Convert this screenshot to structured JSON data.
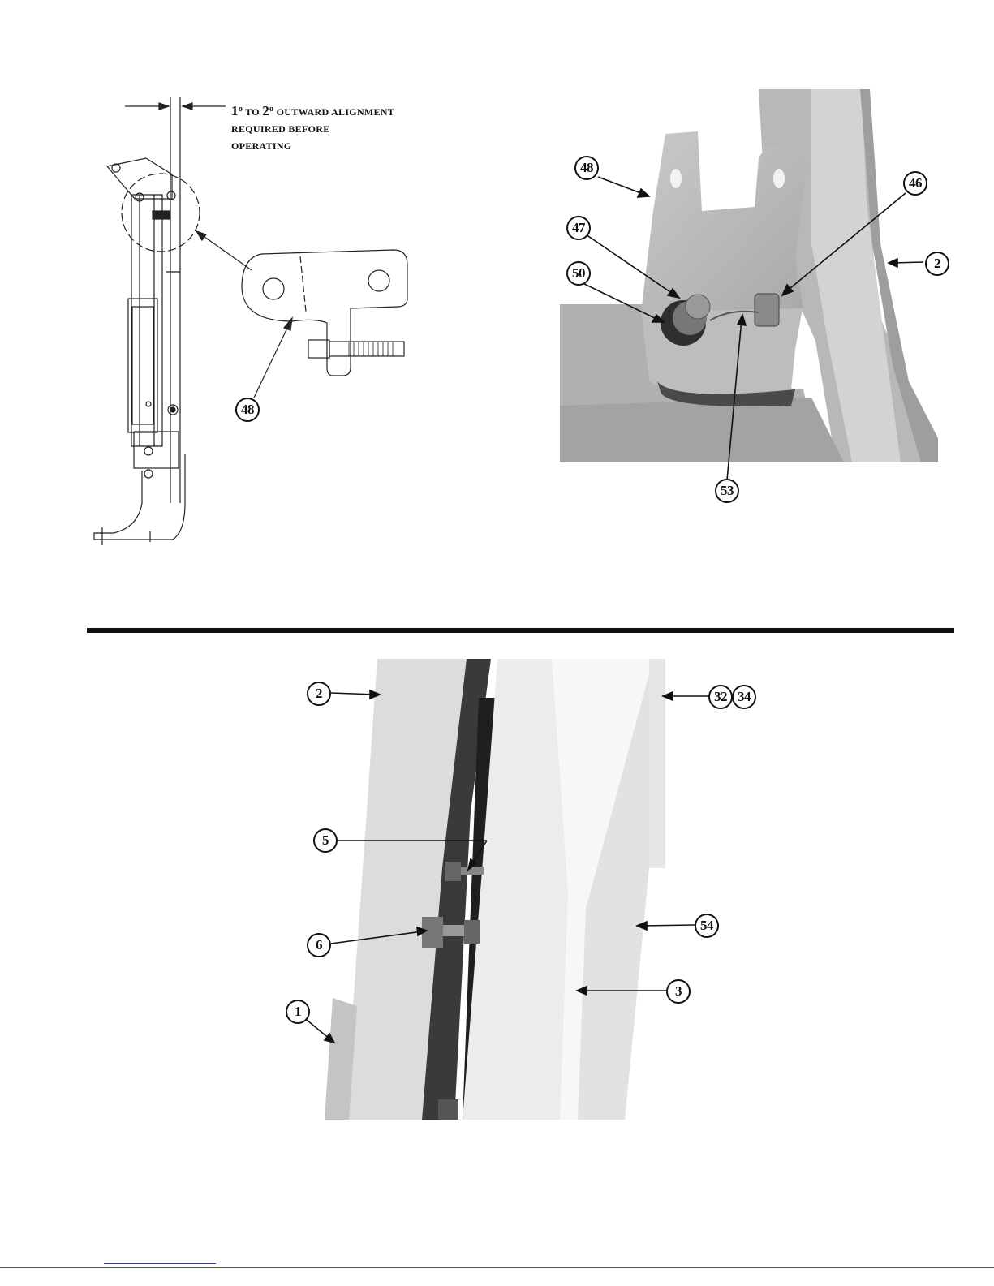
{
  "alignment_note": {
    "line1_a": "1",
    "line1_deg1": "o",
    "line1_to": " TO ",
    "line1_b": "2",
    "line1_deg2": "o",
    "line1_rest": " OUTWARD ALIGNMENT",
    "line2": "REQUIRED BEFORE",
    "line3": "OPERATING"
  },
  "figure_top_left": {
    "callouts": [
      "48"
    ]
  },
  "figure_top_right": {
    "callouts": [
      "48",
      "46",
      "47",
      "2",
      "50",
      "53"
    ]
  },
  "figure_bottom": {
    "callouts": [
      "2",
      "32",
      "34",
      "5",
      "6",
      "54",
      "3",
      "1"
    ]
  }
}
